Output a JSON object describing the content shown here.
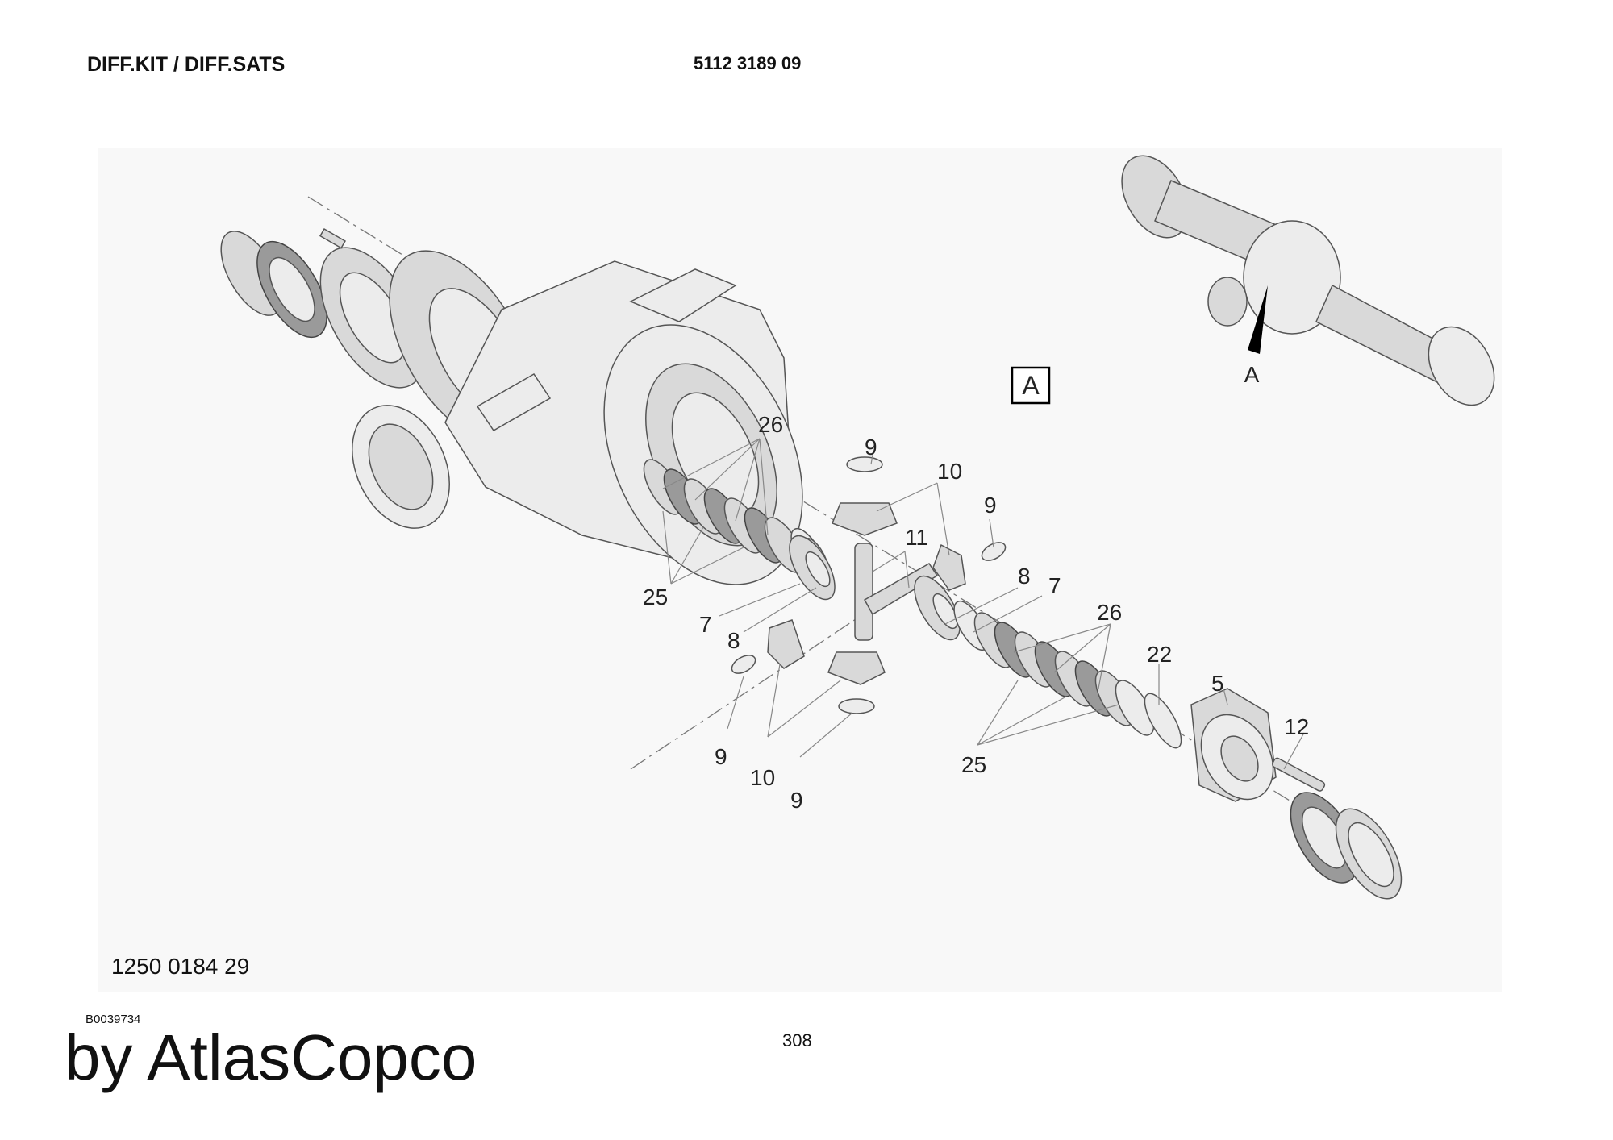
{
  "header": {
    "title": "DIFF.KIT / DIFF.SATS",
    "part_number": "5112 3189 09"
  },
  "drawing": {
    "view_label": "A",
    "detail_arrow_label": "A",
    "drawing_number": "1250 0184 29",
    "callouts": {
      "c26a": "26",
      "c25a": "25",
      "c9a": "9",
      "c10a": "10",
      "c9b": "9",
      "c11": "11",
      "c7a": "7",
      "c8a": "8",
      "c8b": "8",
      "c7b": "7",
      "c26b": "26",
      "c22": "22",
      "c5": "5",
      "c12": "12",
      "c25b": "25",
      "c9c": "9",
      "c10b": "10",
      "c9d": "9"
    }
  },
  "footer": {
    "image_ref": "B0039734",
    "brand": "by AtlasCopco",
    "page_number": "308"
  }
}
